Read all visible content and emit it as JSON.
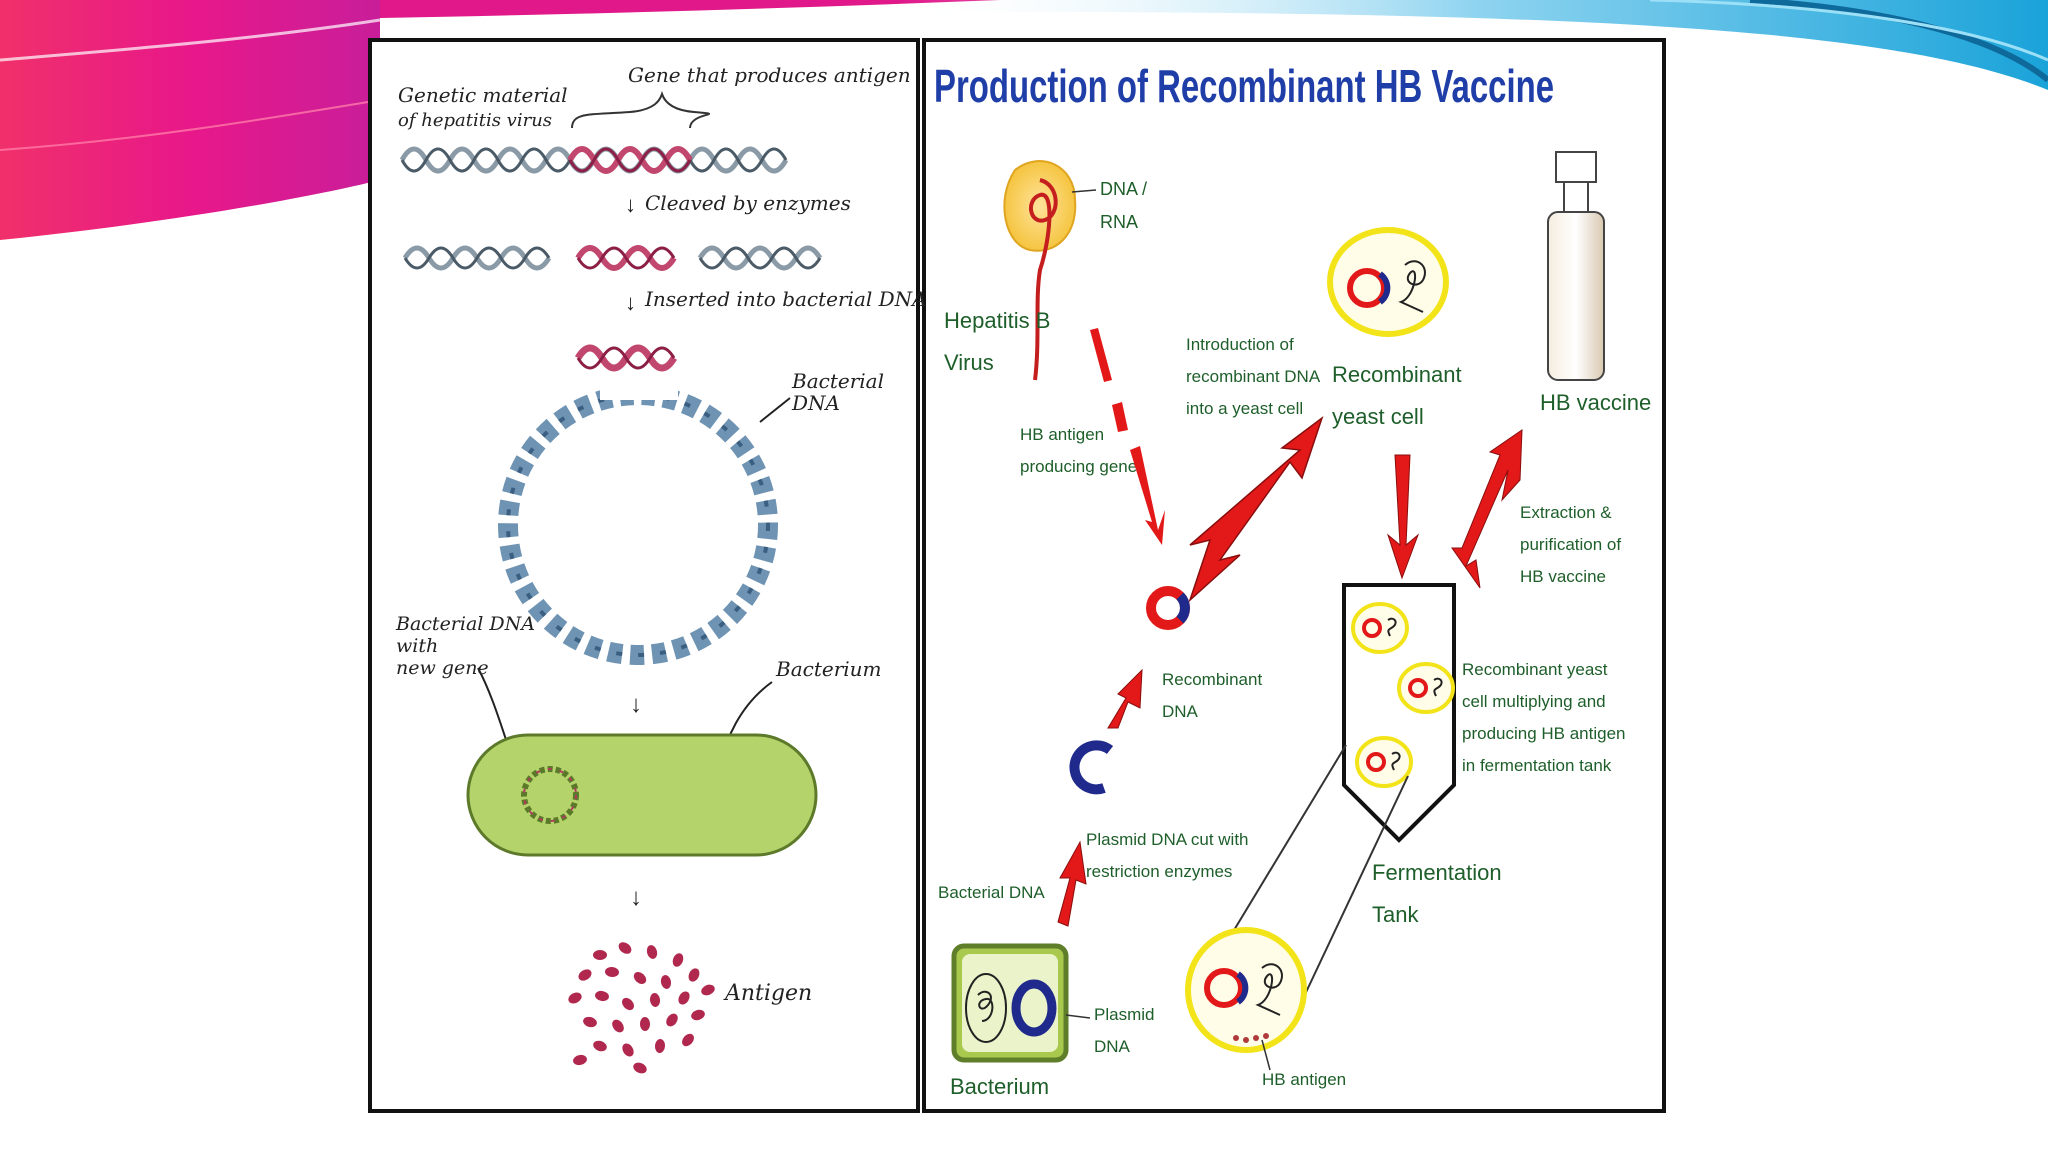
{
  "slide": {
    "theme": {
      "accent_pink": "#e91e63",
      "accent_blue": "#1aa3d9",
      "frame": "#111111",
      "title_color": "#1f3ea8"
    }
  },
  "left_panel": {
    "labels": {
      "genetic_material": [
        "Genetic material",
        "of hepatitis virus"
      ],
      "gene_antigen": "Gene that produces antigen",
      "cleaved": "Cleaved by enzymes",
      "inserted": "Inserted into bacterial DNA",
      "bacterial_dna": [
        "Bacterial",
        "DNA"
      ],
      "bacterial_dna_new_gene": [
        "Bacterial DNA",
        "with",
        "new gene"
      ],
      "bacterium": "Bacterium",
      "antigen": "Antigen"
    }
  },
  "right_panel": {
    "title": "Production of Recombinant HB Vaccine",
    "labels": {
      "dna_rna": [
        "DNA /",
        "RNA"
      ],
      "hepatitis_b_virus": [
        "Hepatitis B",
        "Virus"
      ],
      "hb_antigen_gene": [
        "HB antigen",
        "producing gene"
      ],
      "introduction": [
        "Introduction of",
        "recombinant DNA",
        "into a yeast cell"
      ],
      "recombinant_yeast": [
        "Recombinant",
        "yeast cell"
      ],
      "hb_vaccine": "HB vaccine",
      "extraction": [
        "Extraction &",
        "purification of",
        "HB vaccine"
      ],
      "recombinant_dna": [
        "Recombinant",
        "DNA"
      ],
      "multiplying": [
        "Recombinant yeast",
        "cell multiplying and",
        "producing HB antigen",
        "in fermentation tank"
      ],
      "plasmid_cut": [
        "Plasmid DNA cut with",
        "restriction enzymes"
      ],
      "bacterial_dna": "Bacterial DNA",
      "fermentation_tank": [
        "Fermentation",
        "Tank"
      ],
      "plasmid_dna": [
        "Plasmid",
        "DNA"
      ],
      "bacterium": "Bacterium",
      "hb_antigen": "HB antigen"
    }
  }
}
